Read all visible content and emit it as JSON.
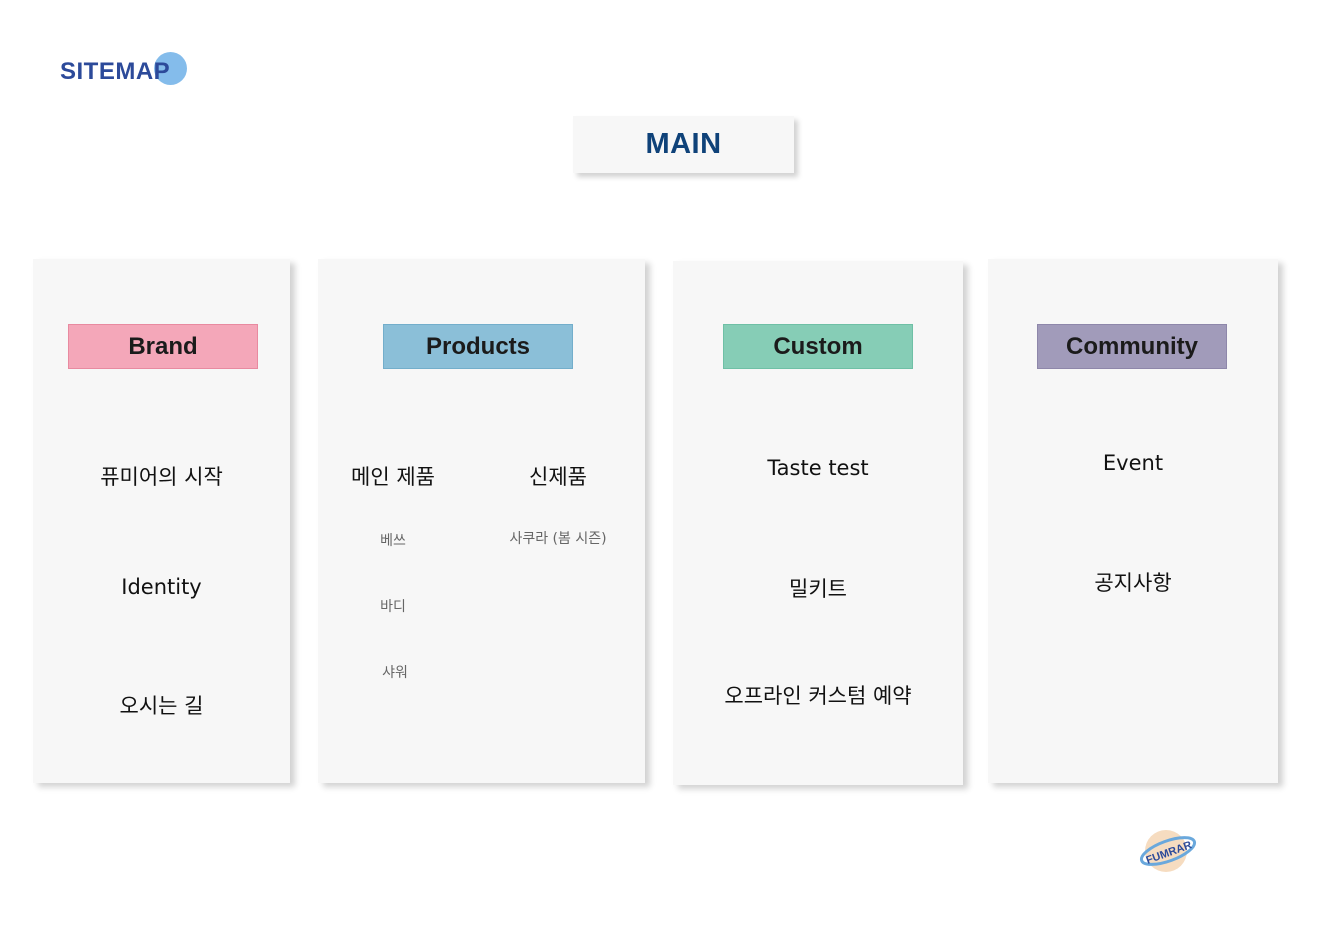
{
  "logo": {
    "text": "SITEMAP"
  },
  "main": {
    "label": "MAIN"
  },
  "columns": [
    {
      "title": "Brand",
      "color": "#f4a7b9",
      "items": [
        "퓨미어의 시작",
        "Identity",
        "오시는 길"
      ]
    },
    {
      "title": "Products",
      "color": "#8bbfd8",
      "groups": [
        {
          "heading": "메인 제품",
          "items": [
            "베쓰",
            "바디",
            "샤워"
          ]
        },
        {
          "heading": "신제품",
          "items": [
            "사쿠라 (봄 시즌)"
          ]
        }
      ]
    },
    {
      "title": "Custom",
      "color": "#86cdb6",
      "items": [
        "Taste test",
        "밀키트",
        "오프라인 커스텀 예약"
      ]
    },
    {
      "title": "Community",
      "color": "#a19bba",
      "items": [
        "Event",
        "공지사항"
      ]
    }
  ],
  "footer_logo": {
    "text": "FUMRAR"
  }
}
